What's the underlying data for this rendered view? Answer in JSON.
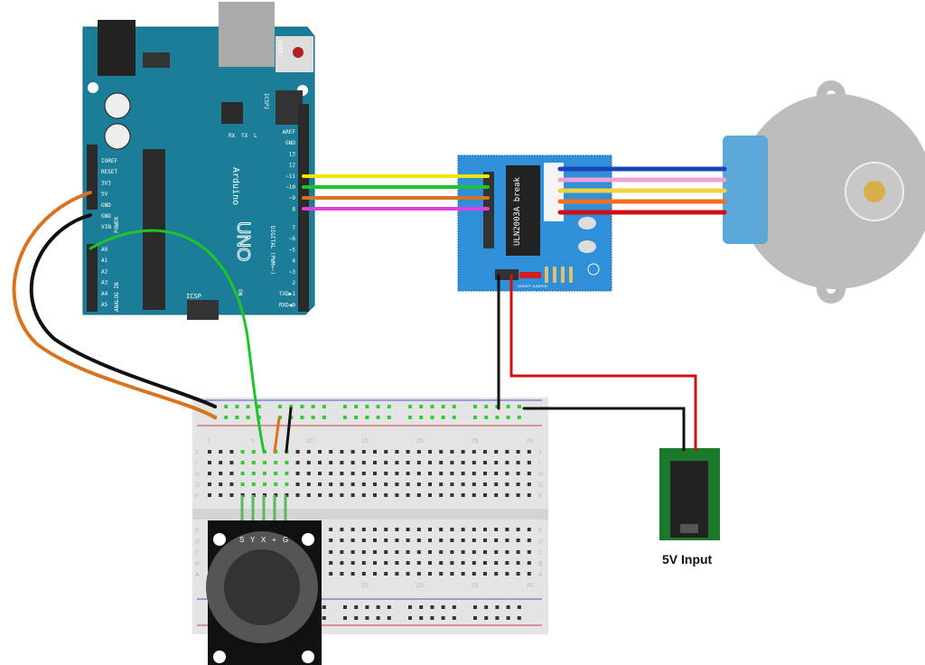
{
  "arduino": {
    "brand": "Arduino",
    "model": "UNO",
    "reset_label": "RESET",
    "icsp2_label": "ICSP2",
    "icsp_label": "ICSP",
    "on_label": "ON",
    "led_labels": [
      "RX",
      "TX",
      "L"
    ],
    "power_label": "POWER",
    "analog_label": "ANALOG IN",
    "digital_label": "DIGITAL (PWM=~)",
    "power_pins": [
      "IOREF",
      "RESET",
      "3V3",
      "5V",
      "GND",
      "GND",
      "VIN"
    ],
    "analog_pins": [
      "A0",
      "A1",
      "A2",
      "A3",
      "A4",
      "A5"
    ],
    "digital_pins_top": [
      "AREF",
      "GND",
      "13",
      "12",
      "~11",
      "~10",
      "~9",
      "8"
    ],
    "digital_pins_bottom": [
      "7",
      "~6",
      "~5",
      "4",
      "~3",
      "2",
      "TXD▶1",
      "RXD◀0"
    ]
  },
  "driver_board": {
    "chip_label": "ULN2003A break",
    "jumper_label": "ON/OFF JUMPER"
  },
  "joystick": {
    "pins": [
      "S",
      "Y",
      "X",
      "+",
      "G"
    ]
  },
  "breadboard": {
    "column_numbers": [
      "1",
      "5",
      "10",
      "15",
      "20",
      "25",
      "30"
    ],
    "row_letters_top": [
      "J",
      "I",
      "H",
      "G",
      "F"
    ],
    "row_letters_bottom": [
      "E",
      "D",
      "C",
      "B",
      "A"
    ]
  },
  "power_jack": {
    "label": "5V Input"
  },
  "wire_colors": {
    "yellow": "#f2e600",
    "green": "#22c22a",
    "orange": "#d9731f",
    "magenta": "#e040e0",
    "blue": "#1844b8",
    "pink": "#f0a0d8",
    "red": "#d01010",
    "black": "#111111"
  }
}
